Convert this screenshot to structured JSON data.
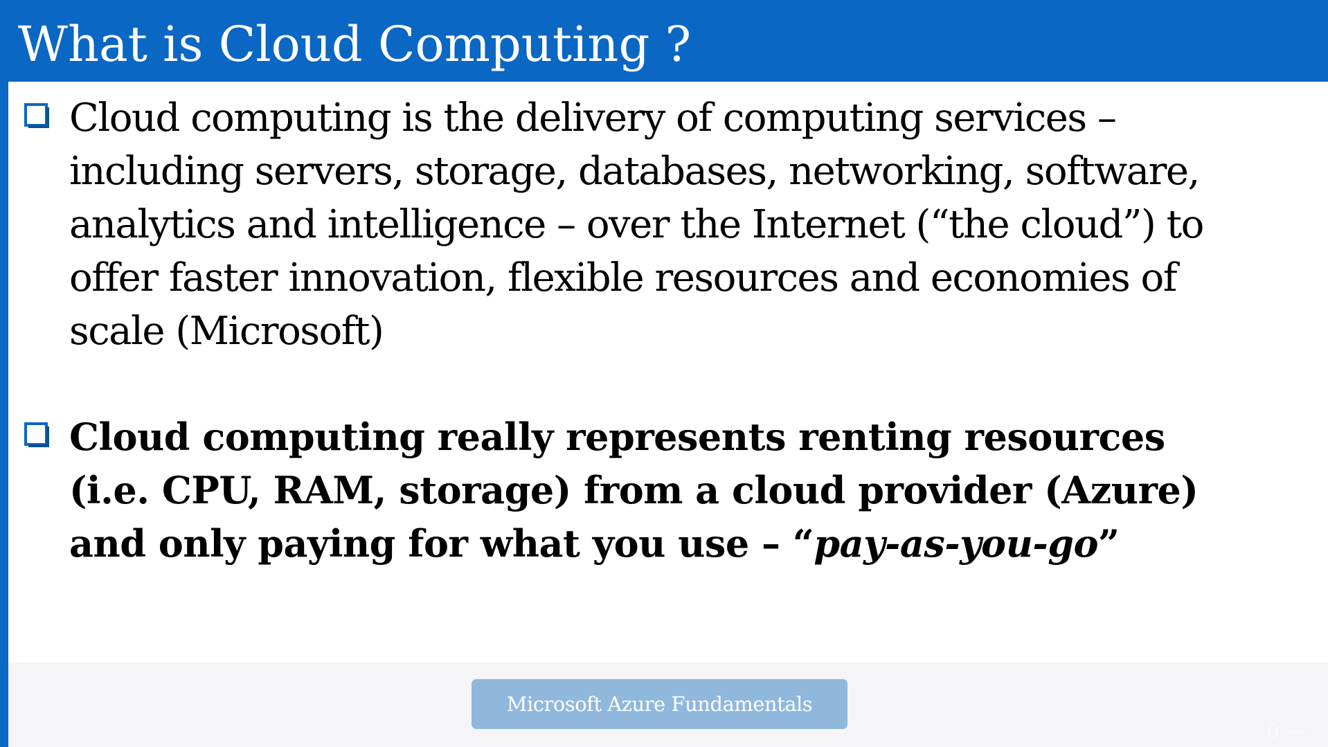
{
  "slide": {
    "title": "What is Cloud Computing ?",
    "bullets": [
      {
        "icon": "checkbox-icon",
        "lines": [
          "Cloud computing is the delivery of computing services –",
          "including servers, storage, databases, networking, software,",
          "analytics and intelligence – over the Internet (“the cloud”) to",
          "offer faster innovation, flexible resources and economies of",
          "scale (Microsoft)"
        ]
      },
      {
        "icon": "checkbox-icon",
        "lines": [
          "Cloud computing really represents renting resources",
          "(i.e. CPU, RAM, storage) from a cloud provider (Azure)"
        ],
        "last_line_prefix": "and only paying for what you use – “",
        "last_line_emphasis": "pay-as-you-go",
        "last_line_suffix": "”"
      }
    ],
    "footer_label": "Microsoft Azure Fundamentals",
    "watermark_text": "Udemy"
  },
  "colors": {
    "header_blue": "#0a67c3",
    "footer_bg": "#f5f4f7",
    "badge_bg": "#8fb8dc",
    "text": "#000000"
  }
}
